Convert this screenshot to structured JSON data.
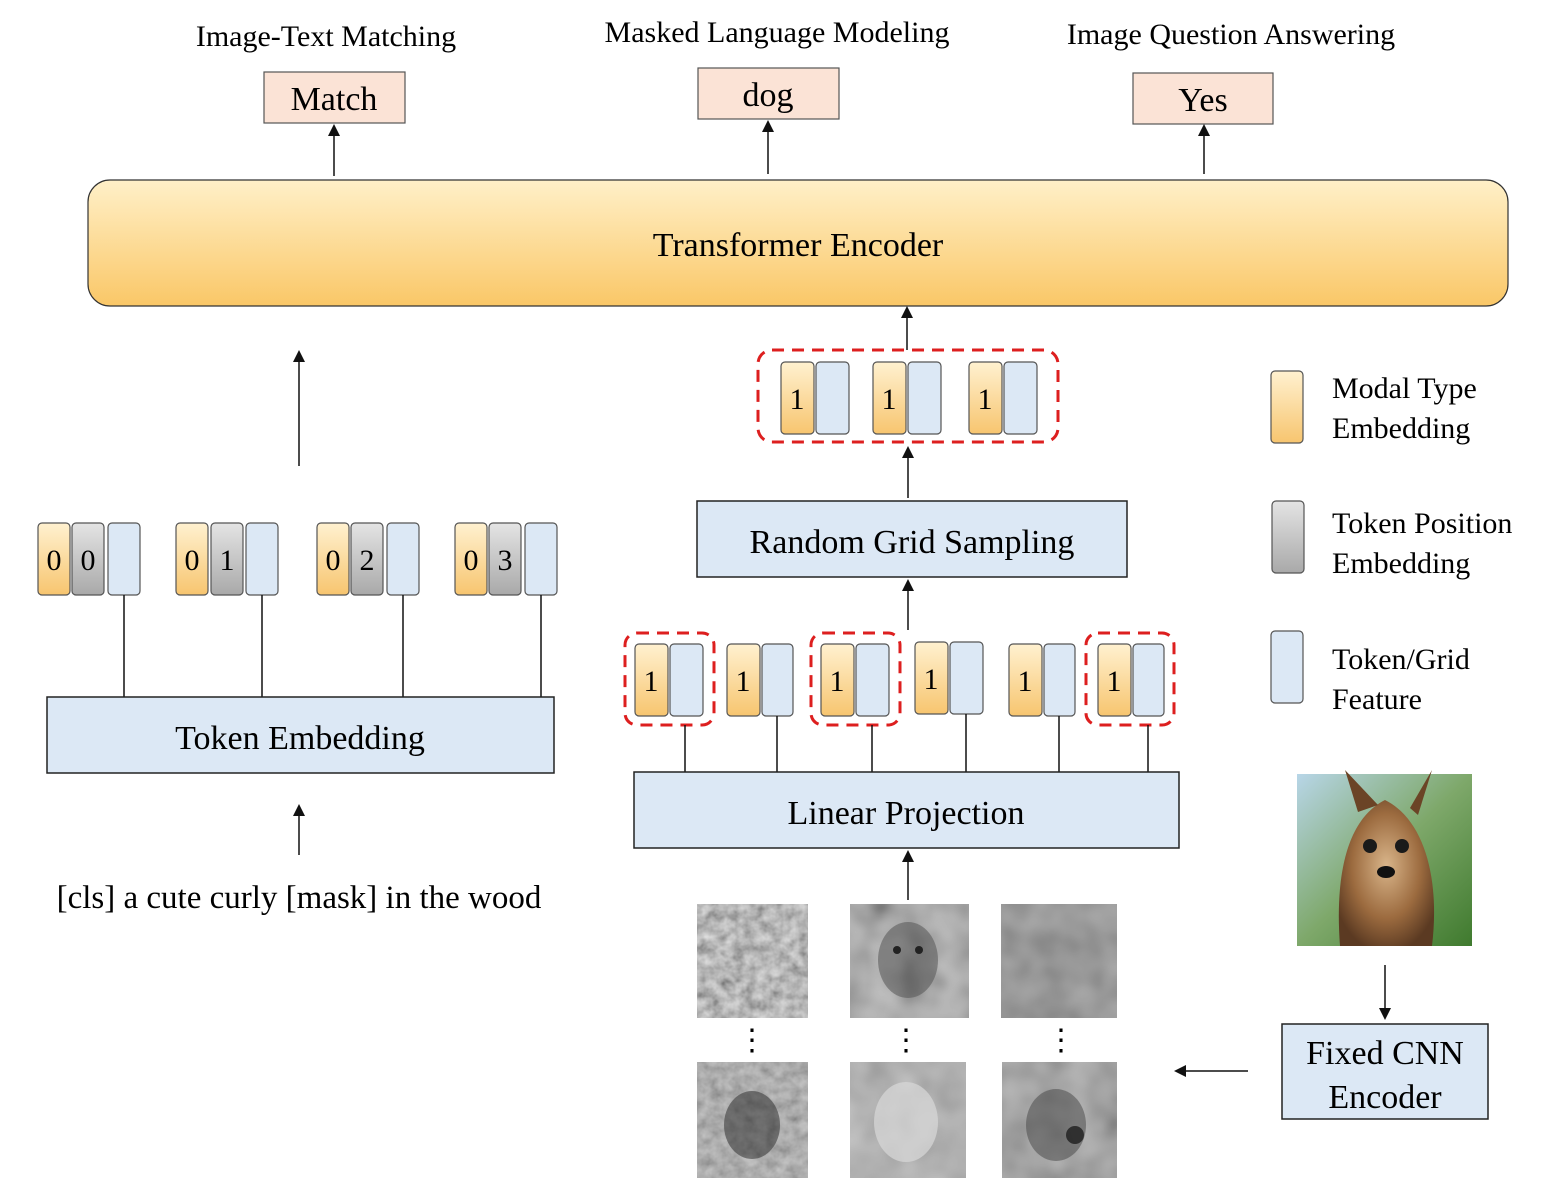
{
  "tasks": [
    {
      "name": "Image-Text Matching",
      "output": "Match"
    },
    {
      "name": "Masked Language Modeling",
      "output": "dog"
    },
    {
      "name": "Image Question Answering",
      "output": "Yes"
    }
  ],
  "transformer": {
    "label": "Transformer Encoder"
  },
  "text_branch": {
    "token_embedding": "Token Embedding",
    "input_sentence": "[cls] a cute curly [mask] in the wood",
    "tokens": [
      {
        "modal": "0",
        "position": "0"
      },
      {
        "modal": "0",
        "position": "1"
      },
      {
        "modal": "0",
        "position": "2"
      },
      {
        "modal": "0",
        "position": "3"
      }
    ]
  },
  "image_branch": {
    "random_grid_sampling": "Random Grid Sampling",
    "linear_projection": "Linear Projection",
    "cnn_encoder_line1": "Fixed CNN",
    "cnn_encoder_line2": "Encoder",
    "sampled_grid_modal": [
      "1",
      "1",
      "1"
    ],
    "grid_modal": [
      "1",
      "1",
      "1",
      "1",
      "1",
      "1"
    ],
    "ellipsis": "⋮"
  },
  "legend": [
    {
      "line1": "Modal Type",
      "line2": "Embedding"
    },
    {
      "line1": "Token Position",
      "line2": "Embedding"
    },
    {
      "line1": "Token/Grid",
      "line2": "Feature"
    }
  ],
  "colors": {
    "modal_top": "#fff1d0",
    "modal_bottom": "#f7c56f",
    "position_top": "#e4e4e4",
    "position_bottom": "#a9a9a9",
    "feature": "#dce8f5",
    "output_box": "#fbe3d6",
    "transformer_top": "#fff0c8",
    "transformer_bottom": "#fac767",
    "dash": "#dd1f1f"
  }
}
